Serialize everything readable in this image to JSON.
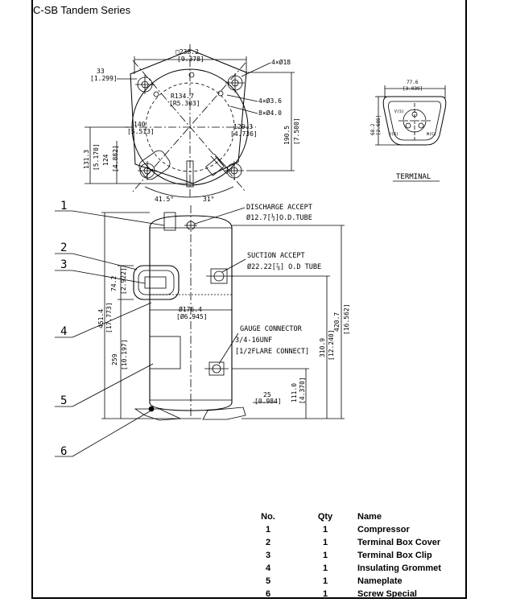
{
  "title": "C-SB  Tandem Series",
  "top_view": {
    "dim_width": "□238.2",
    "dim_width_in": "[9.378]",
    "dim_33": "33",
    "dim_33_in": "[1.299]",
    "dim_4x18": "4×Ø18",
    "dim_R": "R134.7",
    "dim_R_in": "[R5.303]",
    "dim_4x36": "4×Ø3.6",
    "dim_8x40": "8×Ø4.0",
    "dim_140": "140",
    "dim_140_in": "[5.513]",
    "dim_1203": "120.3",
    "dim_1203_in": "[4.736]",
    "dim_1905": "190.5",
    "dim_1905_in": "[7.500]",
    "dim_1313": "131.3",
    "dim_1313_in": "[5.170]",
    "dim_124": "124",
    "dim_124_in": "[4.882]",
    "angle_415": "41.5°",
    "angle_31": "31°"
  },
  "terminal_view": {
    "dim_776": "77.6",
    "dim_776_in": "[3.039]",
    "dim_682": "68.2",
    "dim_682_in": "[2.685]",
    "pin_v": "V(S)",
    "pin_u": "U(R)",
    "pin_w": "W(C)",
    "label": "TERMINAL"
  },
  "side_view": {
    "discharge_1": "DISCHARGE ACCEPT",
    "discharge_2": "Ø12.7[½]O.D.TUBE",
    "suction_1": "SUCTION ACCEPT",
    "suction_2": "Ø22.22[⅞] O.D TUBE",
    "gauge_1": "GAUGE CONNECTOR",
    "gauge_2": "3/4-16UNF",
    "gauge_3": "[1/2FLARE CONNECT]",
    "dim_1764": "Ø176.4",
    "dim_1764_in": "[Ø6.945]",
    "dim_742": "74.2",
    "dim_742_in": "[2.922]",
    "dim_4514": "451.4",
    "dim_4514_in": "[17.773]",
    "dim_259": "259",
    "dim_259_in": "[10.197]",
    "dim_4207": "420.7",
    "dim_4207_in": "[16.562]",
    "dim_3109": "310.9",
    "dim_3109_in": "[12.240]",
    "dim_1110": "111.0",
    "dim_1110_in": "[4.370]",
    "dim_25": "25",
    "dim_25_in": "[0.984]",
    "callouts": [
      "1",
      "2",
      "3",
      "4",
      "5",
      "6"
    ]
  },
  "parts_table": {
    "headers": {
      "no": "No.",
      "qty": "Qty",
      "name": "Name"
    },
    "rows": [
      {
        "no": "1",
        "qty": "1",
        "name": "Compressor"
      },
      {
        "no": "2",
        "qty": "1",
        "name": "Terminal Box Cover"
      },
      {
        "no": "3",
        "qty": "1",
        "name": "Terminal Box Clip"
      },
      {
        "no": "4",
        "qty": "1",
        "name": "Insulating Grommet"
      },
      {
        "no": "5",
        "qty": "1",
        "name": "Nameplate"
      },
      {
        "no": "6",
        "qty": "1",
        "name": "Screw Special"
      }
    ]
  }
}
